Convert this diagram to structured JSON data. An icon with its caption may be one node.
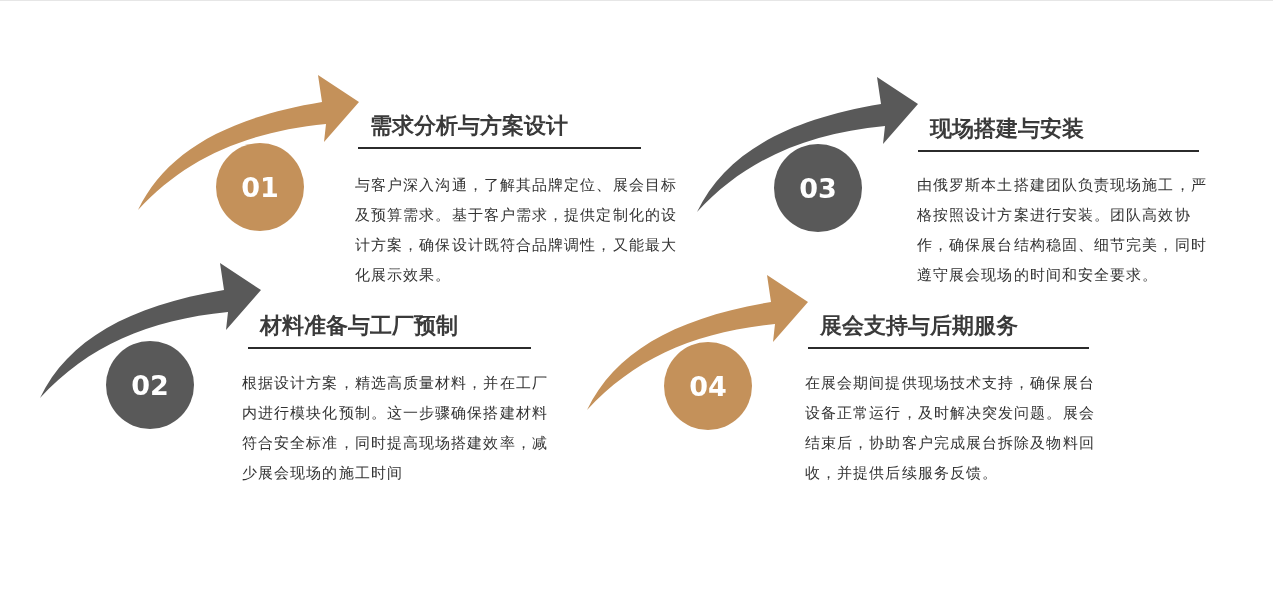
{
  "diagram": {
    "nodes": [
      {
        "text": [
          "01"
        ],
        "beside": [
          "需求分析与方案设计",
          "与客户深入沟通，了解其品牌定位、展会目标及预算需求。基于客户需求，提供定制化的设计方案，确保设计既符合品牌调性，又能最大化展示效果。"
        ]
      },
      {
        "text": [
          "02"
        ],
        "beside": [
          "材料准备与工厂预制",
          "根据设计方案，精选高质量材料，并在工厂内进行模块化预制。这一步骤确保搭建材料符合安全标准，同时提高现场搭建效率，减少展会现场的施工时间"
        ]
      },
      {
        "text": [
          "03"
        ],
        "beside": [
          "现场搭建与安装",
          "由俄罗斯本土搭建团队负责现场施工，严格按照设计方案进行安装。团队高效协作，确保展台结构稳固、细节完美，同时遵守展会现场的时间和安全要求。"
        ]
      },
      {
        "text": [
          "04"
        ],
        "beside": [
          "展会支持与后期服务",
          "在展会期间提供现场技术支持，确保展台设备正常运行，及时解决突发问题。展会结束后，协助客户完成展台拆除及物料回收，并提供后续服务反馈。"
        ]
      }
    ]
  }
}
